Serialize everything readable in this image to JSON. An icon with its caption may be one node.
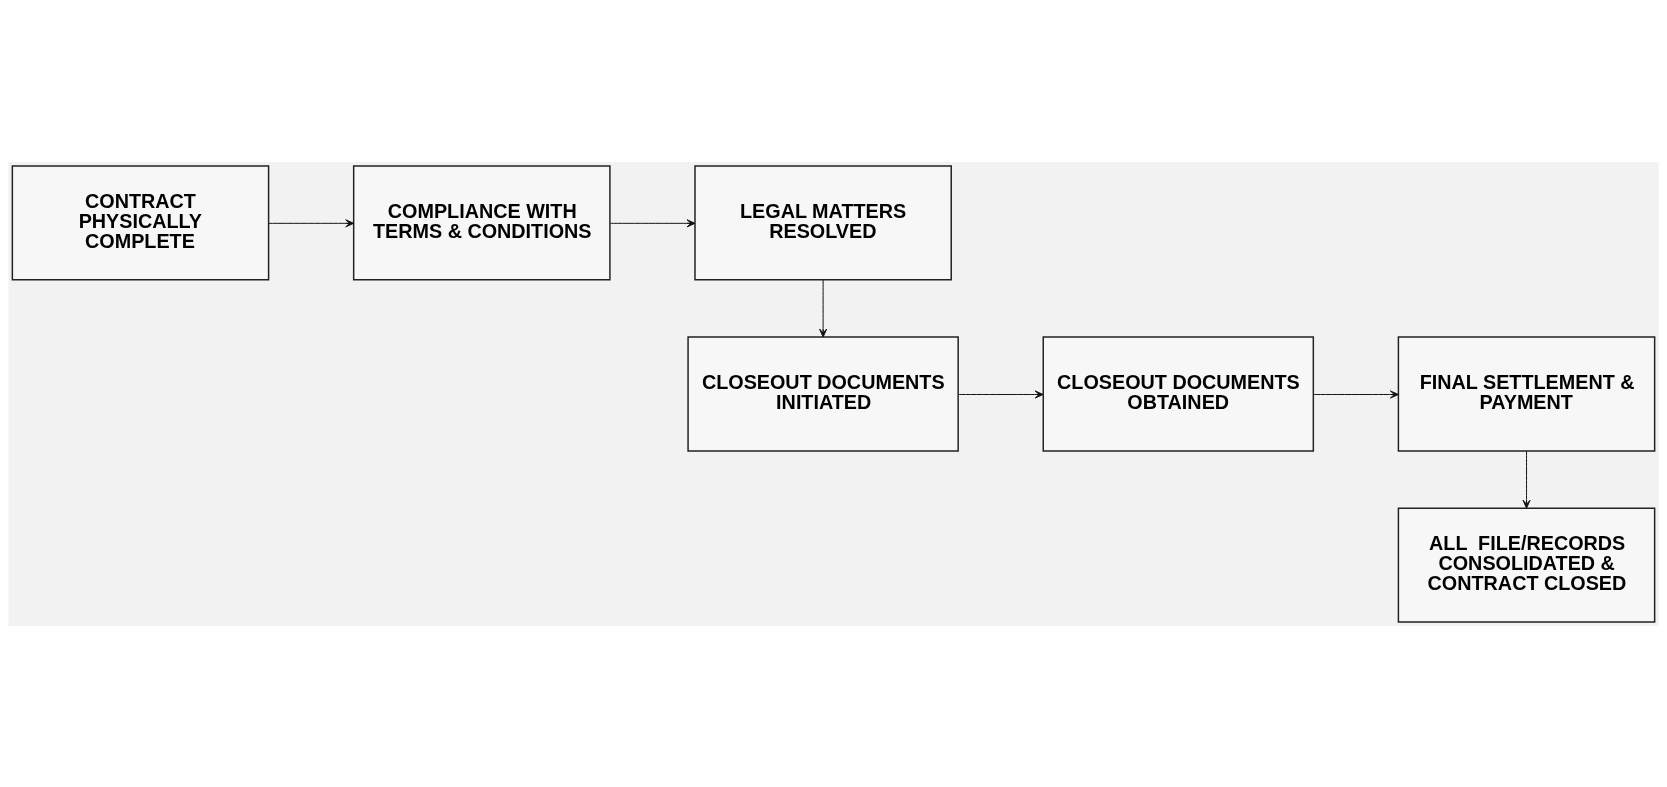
{
  "diagram": {
    "nodes": [
      {
        "text": [
          "CONTRACT PHYSICALLY COMPLETE"
        ]
      },
      {
        "text": [
          "COMPLIANCE WITH TERMS & CONDITIONS"
        ]
      },
      {
        "text": [
          "LEGAL MATTERS RESOLVED"
        ]
      },
      {
        "text": [
          "CLOSEOUT DOCUMENTS INITIATED"
        ]
      },
      {
        "text": [
          "CLOSEOUT DOCUMENTS OBTAINED"
        ]
      },
      {
        "text": [
          "FINAL SETTLEMENT & PAYMENT"
        ]
      },
      {
        "text": [
          "ALL  FILE/RECORDS CONSOLIDATED & CONTRACT CLOSED"
        ]
      }
    ],
    "edges": [
      {
        "from": 0,
        "to": 1,
        "arrow": "to"
      },
      {
        "from": 1,
        "to": 2,
        "arrow": "to"
      },
      {
        "from": 2,
        "to": 3,
        "arrow": "to"
      },
      {
        "from": 3,
        "to": 4,
        "arrow": "to"
      },
      {
        "from": 4,
        "to": 5,
        "arrow": "to"
      },
      {
        "from": 5,
        "to": 6,
        "arrow": "to"
      }
    ]
  }
}
